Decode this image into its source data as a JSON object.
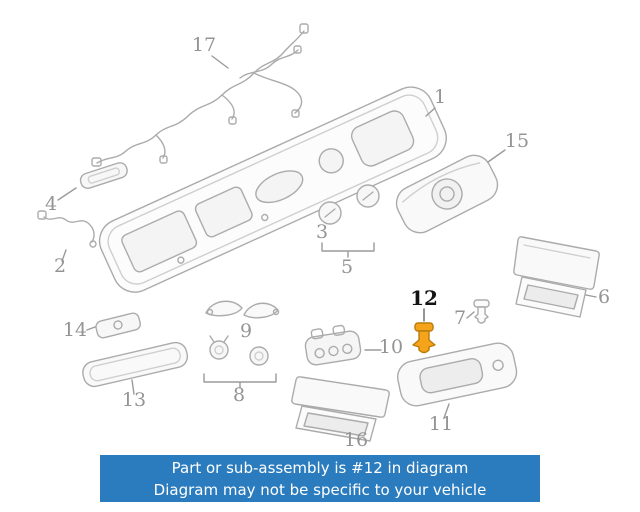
{
  "diagram": {
    "description": "Exploded parts diagram of vehicle overhead console and roof-mounted components",
    "highlighted_part": "12",
    "highlight_color": "#f5a31a",
    "line_color": "#ababab",
    "label_color": "#949494",
    "labels": {
      "n1": "1",
      "n2": "2",
      "n3": "3",
      "n4": "4",
      "n5": "5",
      "n6": "6",
      "n7": "7",
      "n8": "8",
      "n9": "9",
      "n10": "10",
      "n11": "11",
      "n12": "12",
      "n13": "13",
      "n14": "14",
      "n15": "15",
      "n16": "16",
      "n17": "17"
    }
  },
  "banner": {
    "line1": "Part or sub-assembly is #12 in diagram",
    "line2": "Diagram may not be specific to your vehicle",
    "background": "#2b7cbe",
    "text_color": "#ffffff"
  }
}
